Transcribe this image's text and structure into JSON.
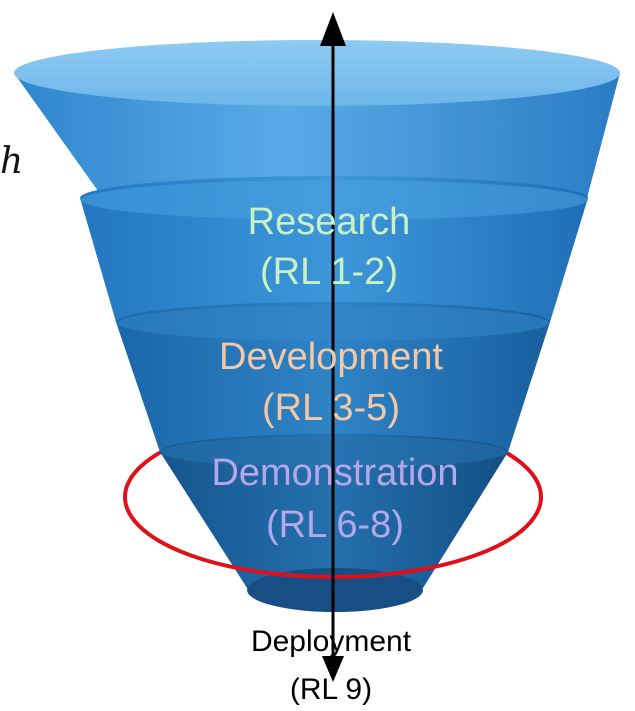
{
  "diagram": {
    "cut_off_label": "h",
    "stages": [
      {
        "name": "Research",
        "rl": "(RL 1-2)",
        "color": "#c9f2c4"
      },
      {
        "name": "Development",
        "rl": "(RL 3-5)",
        "color": "#f4c8a4"
      },
      {
        "name": "Demonstration",
        "rl": "(RL 6-8)",
        "color": "#b4a8ea"
      }
    ],
    "bottom_stage": {
      "name": "Deployment",
      "rl": "(RL 9)"
    },
    "colors": {
      "funnel_top": "#7cc0ee",
      "funnel_mid": "#3f96d8",
      "funnel_bottom": "#1b5e9a",
      "highlight_ring": "#e0101a",
      "axis": "#000000"
    }
  }
}
